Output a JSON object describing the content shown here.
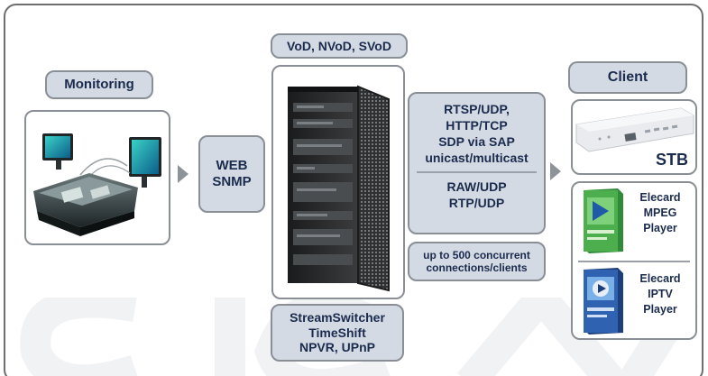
{
  "colors": {
    "pill_fill": "#d4dae4",
    "pill_border": "#8a8f96",
    "text": "#1b2b4d",
    "arrow": "#8e939a",
    "frame": "#6e6e6e"
  },
  "labels": {
    "monitoring": "Monitoring",
    "client": "Client",
    "web_snmp": [
      "WEB",
      "SNMP"
    ],
    "vod_types": "VoD, NVoD, SVoD",
    "protocols_group_1": [
      "RTSP/UDP,",
      "HTTP/TCP",
      "SDP via SAP",
      "unicast/multicast"
    ],
    "protocols_group_2": [
      "RAW/UDP",
      "RTP/UDP"
    ],
    "connections": [
      "up to 500 concurrent",
      "connections/clients"
    ],
    "server_features": [
      "StreamSwitcher",
      "TimeShift",
      "NPVR, UPnP"
    ],
    "stb": "STB",
    "player_mpeg": [
      "Elecard",
      "MPEG",
      "Player"
    ],
    "player_iptv": [
      "Elecard",
      "IPTV",
      "Player"
    ]
  },
  "icons": {
    "monitoring": "monitoring-console-icon",
    "server": "server-rack-icon",
    "stb": "set-top-box-icon",
    "mpeg_player": "software-box-icon",
    "iptv_player": "software-box-icon"
  }
}
